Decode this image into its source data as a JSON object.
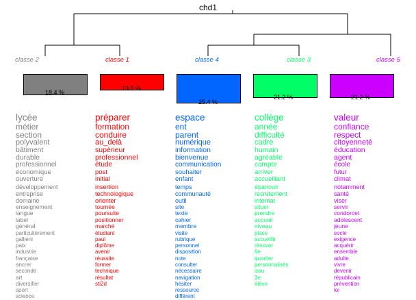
{
  "title": "chd1",
  "classes": [
    {
      "label": "classe 2",
      "percent": "18.4 %",
      "color": "#808080",
      "words": [
        "lycée",
        "métier",
        "section",
        "polyvalent",
        "bâtiment",
        "durable",
        "professionnel",
        "économique",
        "ouverture",
        "développement",
        "entreprise",
        "domaine",
        "enseignement",
        "langue",
        "label",
        "général",
        "particulièrement",
        "gallieni",
        "paix",
        "industrie",
        "française",
        "ancrer",
        "seconde",
        "art",
        "diversifier",
        "sport",
        "science"
      ]
    },
    {
      "label": "classe 1",
      "percent": "13.8 %",
      "color": "#ff0000",
      "words": [
        "préparer",
        "formation",
        "conduire",
        "au_delà",
        "supérieur",
        "professionnel",
        "étude",
        "post",
        "initial",
        "insertion",
        "technologique",
        "orienter",
        "tournée",
        "poursuite",
        "positionner",
        "marché",
        "étudiant",
        "paul",
        "diplôme",
        "avenir",
        "réussite",
        "former",
        "technique",
        "résultat",
        "sti2d"
      ]
    },
    {
      "label": "classe 4",
      "percent": "25.4 %",
      "color": "#0066ff",
      "words": [
        "espace",
        "ent",
        "parent",
        "numérique",
        "information",
        "bienvenue",
        "communication",
        "souhaiter",
        "enfant",
        "temps",
        "communauté",
        "outil",
        "site",
        "texte",
        "cahier",
        "membre",
        "visite",
        "rubrique",
        "personnel",
        "disposition",
        "note",
        "consulter",
        "nécessaire",
        "navigation",
        "hésiter",
        "ressource",
        "différent"
      ]
    },
    {
      "label": "classe 3",
      "percent": "21.2 %",
      "color": "#00ff66",
      "words": [
        "collège",
        "année",
        "difficulté",
        "cadre",
        "humain",
        "agréable",
        "compte",
        "arriver",
        "accueillant",
        "épanouir",
        "recrutement",
        "internat",
        "situer",
        "prendre",
        "accueil",
        "niveau",
        "place",
        "accueillir",
        "rénover",
        "6e",
        "quartier",
        "personnalisés",
        "issu",
        "3e",
        "élève"
      ]
    },
    {
      "label": "classe 5",
      "percent": "21.2 %",
      "color": "#cc00ff",
      "words": [
        "valeur",
        "confiance",
        "respect",
        "citoyenneté",
        "éducation",
        "agent",
        "école",
        "futur",
        "climat",
        "notamment",
        "santé",
        "viser",
        "servir",
        "condorcet",
        "adolescent",
        "jeune",
        "socle",
        "exigence",
        "acquérir",
        "ensemble",
        "adulte",
        "vivre",
        "devenir",
        "républicain",
        "prévention",
        "loi"
      ]
    }
  ]
}
